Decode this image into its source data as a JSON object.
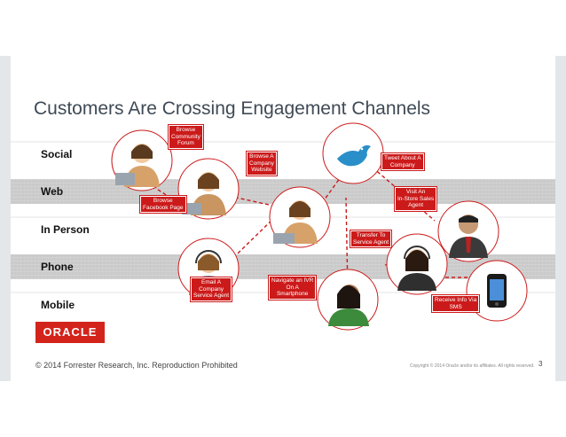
{
  "title": "Customers Are Crossing Engagement Channels",
  "lanes": [
    {
      "label": "Social",
      "shaded": false
    },
    {
      "label": "Web",
      "shaded": true
    },
    {
      "label": "In Person",
      "shaded": false
    },
    {
      "label": "Phone",
      "shaded": true
    },
    {
      "label": "Mobile",
      "shaded": false
    }
  ],
  "steps": [
    {
      "label_lines": [
        "Browse",
        "Community",
        "Forum"
      ]
    },
    {
      "label_lines": [
        "Browse",
        "Facebook Page"
      ]
    },
    {
      "label_lines": [
        "Browse A",
        "Company",
        "Website"
      ]
    },
    {
      "label_lines": [
        "Tweet About A",
        "Company"
      ]
    },
    {
      "label_lines": [
        "Visit An",
        "In-Store Sales",
        "Agent"
      ]
    },
    {
      "label_lines": [
        "Transfer To",
        "Service Agent"
      ]
    },
    {
      "label_lines": [
        "Email A",
        "Company",
        "Service Agent"
      ]
    },
    {
      "label_lines": [
        "Navigate an IVR",
        "On A",
        "Smartphone"
      ]
    },
    {
      "label_lines": [
        "Receive Info Via",
        "SMS"
      ]
    }
  ],
  "logo": "ORACLE",
  "footer_left": "© 2014 Forrester Research, Inc. Reproduction Prohibited",
  "footer_right": "Copyright © 2014 Oracle and/or its affiliates. All rights reserved.",
  "page_number": "3",
  "colors": {
    "accent": "#cc1a1a",
    "oracle_red": "#d3241c",
    "title": "#3f4a55",
    "lane_shade": "#c4c4c4"
  }
}
